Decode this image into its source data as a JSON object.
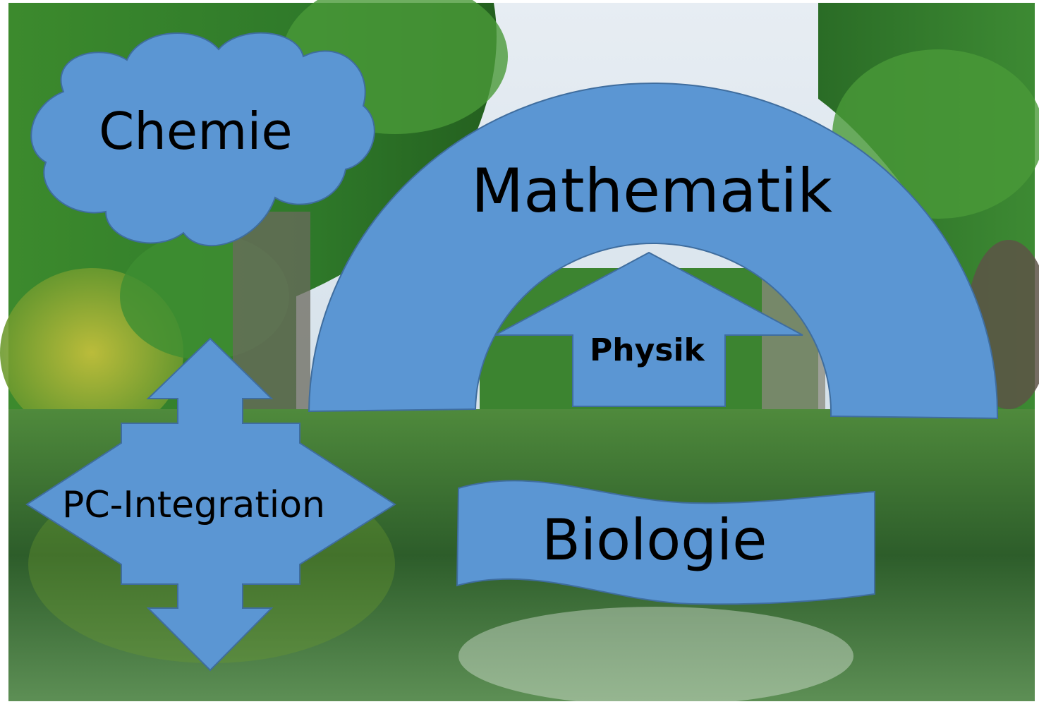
{
  "shapes": {
    "chemie": {
      "label": "Chemie",
      "shape": "cloud"
    },
    "mathematik": {
      "label": "Mathematik",
      "shape": "arc"
    },
    "physik": {
      "label": "Physik",
      "shape": "up-arrow"
    },
    "pc_integration": {
      "label": "PC-Integration",
      "shape": "four-way-arrow"
    },
    "biologie": {
      "label": "Biologie",
      "shape": "wave-banner"
    }
  },
  "colors": {
    "shape_fill": "#5b96d3",
    "shape_stroke": "#3f6d9e",
    "foliage": "#2f7a2a",
    "water": "#3b6e32",
    "sky": "#dfe7ef"
  },
  "background": {
    "description_icon": "forest-lake-bridge-photo"
  }
}
